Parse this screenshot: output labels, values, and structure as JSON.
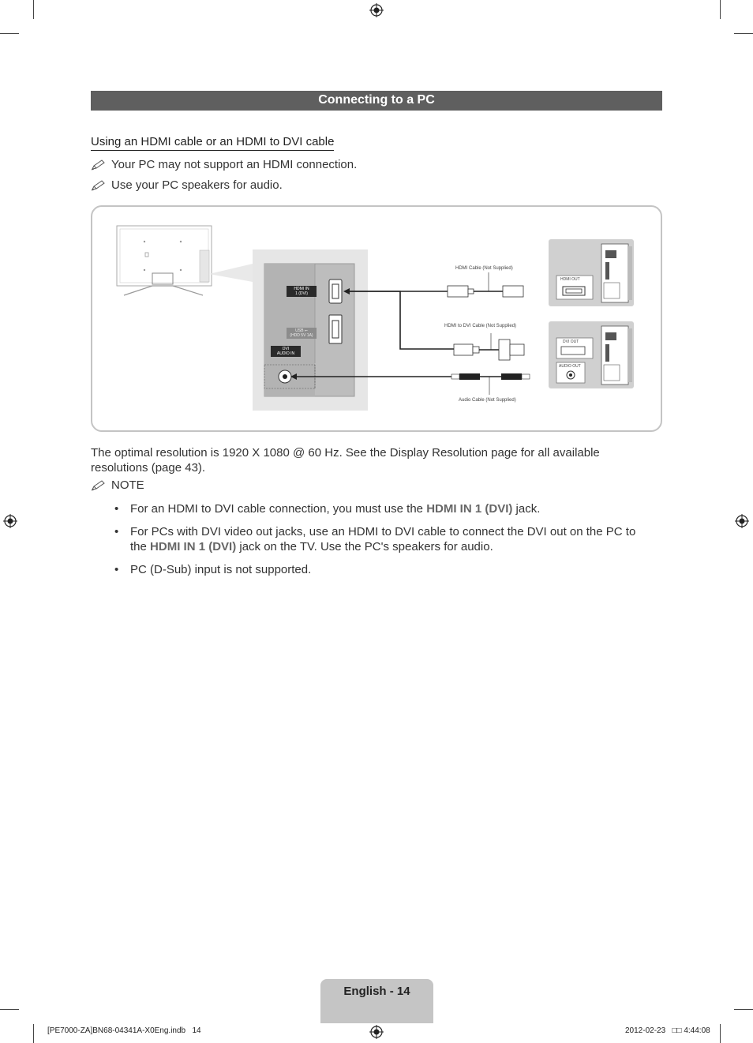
{
  "section": {
    "title": "Connecting to a PC"
  },
  "subheading": "Using an HDMI cable or an HDMI to DVI cable",
  "notes": [
    "Your PC may not support an HDMI connection.",
    "Use your PC speakers for audio."
  ],
  "diagram": {
    "tv_ports": {
      "hdmi_in": "HDMI IN\n1 (DVI)",
      "usb": "USB ⭠\n(HDD 5V 1A)",
      "dvi_audio_in": "DVI\nAUDIO IN"
    },
    "cables": {
      "hdmi": "HDMI Cable (Not Supplied)",
      "hdmi_dvi": "HDMI to DVI Cable (Not Supplied)",
      "audio": "Audio Cable (Not Supplied)"
    },
    "pc_ports": {
      "hdmi_out": "HDMI OUT",
      "dvi_out": "DVI OUT",
      "audio_out": "AUDIO OUT"
    }
  },
  "resolution_text": "The optimal resolution is 1920 X 1080 @ 60 Hz. See the Display Resolution page for all available resolutions (page 43).",
  "note_heading": "NOTE",
  "bullets": [
    {
      "pre": "For an HDMI to DVI cable connection, you must use the ",
      "bold": "HDMI IN 1 (DVI)",
      "post": " jack."
    },
    {
      "pre": "For PCs with DVI video out jacks, use an HDMI to DVI cable to connect the DVI out on the PC to the ",
      "bold": "HDMI IN 1 (DVI)",
      "post": " jack on the TV. Use the PC's speakers for audio."
    },
    {
      "pre": "PC (D-Sub) input is not supported.",
      "bold": "",
      "post": ""
    }
  ],
  "footer": {
    "page_label": "English - 14",
    "file_slug": "[PE7000-ZA]BN68-04341A-X0Eng.indb   14",
    "timestamp": "2012-02-23   □□ 4:44:08"
  }
}
